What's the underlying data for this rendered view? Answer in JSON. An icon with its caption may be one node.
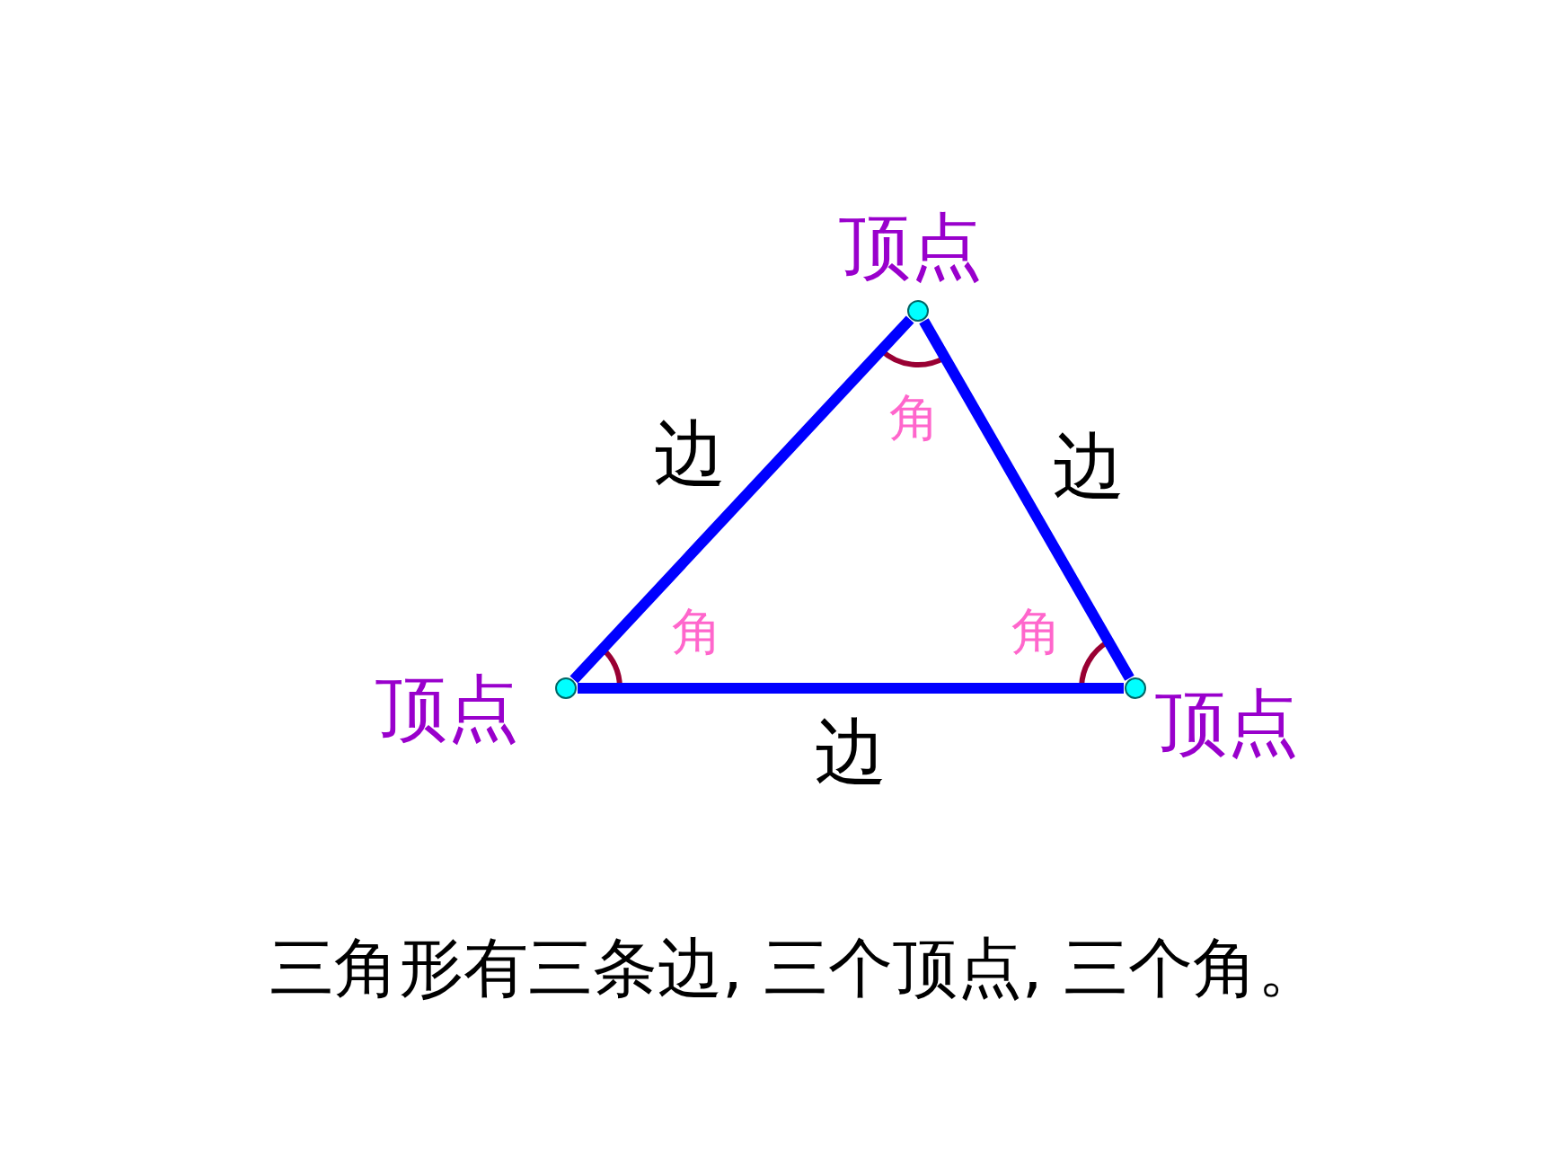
{
  "diagram": {
    "caption": "三角形有三条边, 三个顶点, 三个角。",
    "nodes": [
      {
        "text": [],
        "shape": "circle",
        "beside": [
          "顶点"
        ]
      },
      {
        "text": [],
        "shape": "circle",
        "beside": [
          "顶点"
        ]
      },
      {
        "text": [],
        "shape": "circle",
        "beside": [
          "顶点"
        ]
      }
    ],
    "edges": [
      {
        "from": 0,
        "to": 1,
        "arrow": "none",
        "label": "边"
      },
      {
        "from": 2,
        "to": 0,
        "arrow": "none",
        "label": "边"
      },
      {
        "from": 1,
        "to": 2,
        "arrow": "none",
        "label": "边"
      }
    ],
    "labels": [
      "角",
      "角",
      "角"
    ]
  }
}
